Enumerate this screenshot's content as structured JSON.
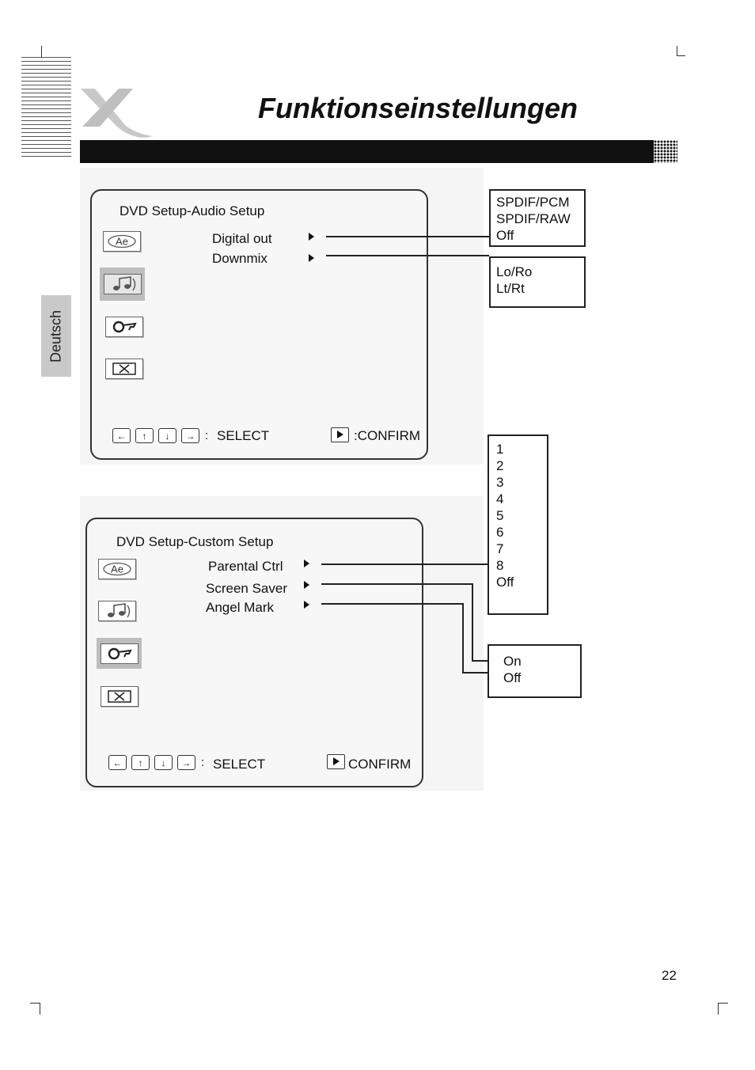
{
  "header": {
    "title": "Funktionseinstellungen",
    "language_tab": "Deutsch"
  },
  "audio_panel": {
    "title": "DVD Setup-Audio Setup",
    "items": [
      "Digital out",
      "Downmix"
    ],
    "footer_select": "SELECT",
    "footer_confirm": ":CONFIRM",
    "footer_colon": ":"
  },
  "digital_out_options": [
    "SPDIF/PCM",
    "SPDIF/RAW",
    "Off"
  ],
  "downmix_options": [
    "Lo/Ro",
    "Lt/Rt"
  ],
  "custom_panel": {
    "title": "DVD Setup-Custom Setup",
    "items": [
      "Parental Ctrl",
      "Screen Saver",
      "Angel Mark"
    ],
    "footer_select": "SELECT",
    "footer_confirm": "CONFIRM",
    "footer_colon": ":"
  },
  "parental_options": [
    "1",
    "2",
    "3",
    "4",
    "5",
    "6",
    "7",
    "8",
    "Off"
  ],
  "on_off_options": [
    "On",
    "Off"
  ],
  "icons": {
    "language": "Ae",
    "audio": "music-note-icon",
    "custom": "key-icon",
    "exit": "close-icon"
  },
  "page_number": "22"
}
